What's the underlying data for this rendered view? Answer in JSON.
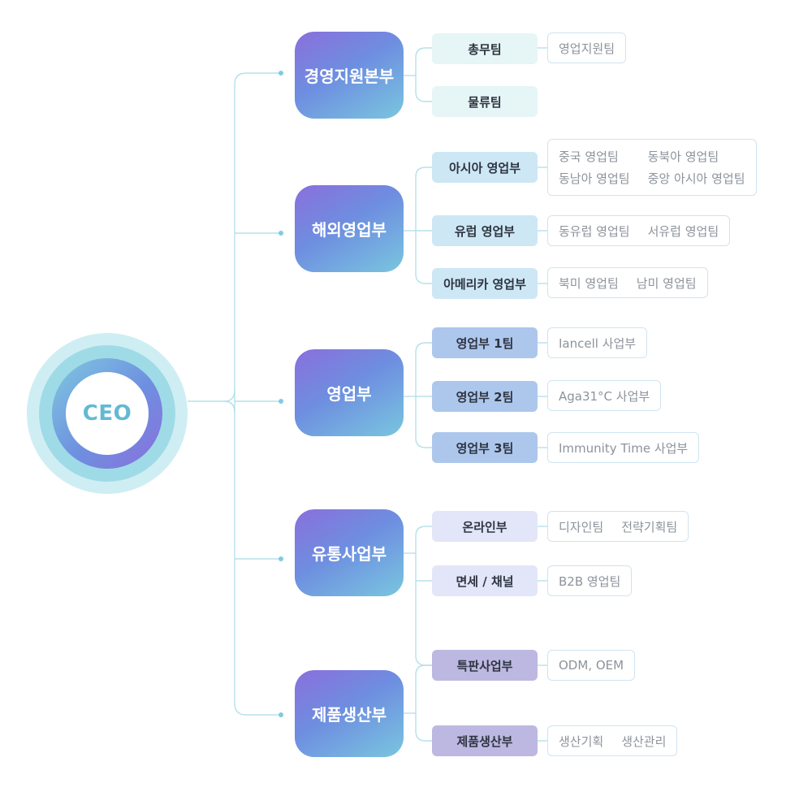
{
  "ceo": {
    "label": "CEO"
  },
  "departments": [
    {
      "label": "경영지원본부"
    },
    {
      "label": "해외영업부"
    },
    {
      "label": "영업부"
    },
    {
      "label": "유통사업부"
    },
    {
      "label": "제품생산부"
    }
  ],
  "teams": [
    {
      "label": "총무팀",
      "subs": [
        "영업지원팀"
      ]
    },
    {
      "label": "물류팀",
      "subs": []
    },
    {
      "label": "아시아 영업부",
      "subs": [
        "중국 영업팀",
        "동북아 영업팀",
        "동남아 영업팀",
        "중앙 아시아 영업팀"
      ]
    },
    {
      "label": "유럽 영업부",
      "subs": [
        "동유럽 영업팀",
        "서유럽 영업팀"
      ]
    },
    {
      "label": "아메리카 영업부",
      "subs": [
        "북미 영업팀",
        "남미 영업팀"
      ]
    },
    {
      "label": "영업부 1팀",
      "subs": [
        "Iancell 사업부"
      ]
    },
    {
      "label": "영업부 2팀",
      "subs": [
        "Aga31°C 사업부"
      ]
    },
    {
      "label": "영업부 3팀",
      "subs": [
        "Immunity Time 사업부"
      ]
    },
    {
      "label": "온라인부",
      "subs": [
        "디자인팀",
        "전략기획팀"
      ]
    },
    {
      "label": "면세 / 채널",
      "subs": [
        "B2B 영업팀"
      ]
    },
    {
      "label": "특판사업부",
      "subs": [
        "ODM, OEM"
      ]
    },
    {
      "label": "제품생산부",
      "subs": [
        "생산기획",
        "생산관리"
      ]
    }
  ],
  "colors": {
    "connector": "#b7e0ea",
    "ceo_text": "#63b9d3",
    "dept_gradient": [
      "#8a6fdc",
      "#6e8ee0",
      "#79c6df"
    ],
    "team_fills": [
      "#e6f5f6",
      "#cde7f5",
      "#adc7ec",
      "#e3e6f8",
      "#bdb8e1"
    ],
    "sub_border": "#cfe4f1",
    "sub_text": "#8d939b"
  }
}
